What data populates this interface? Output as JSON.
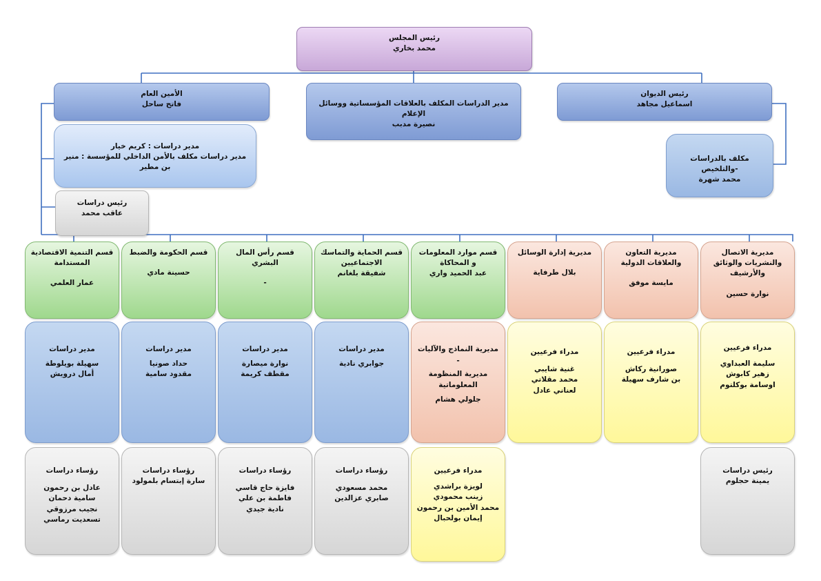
{
  "chair": {
    "title": "رئيس المجلس",
    "name": "محمد بخاري"
  },
  "secretary_general": {
    "title": "الأمين العام",
    "name": "فاتح ساحل"
  },
  "studies_director": {
    "title": "مدير الدراسات المكلف بالعلاقات المؤسساتية ووسائل الإعلام",
    "name": "نصيرة مدبب"
  },
  "cabinet_head": {
    "title": "رئيس الديوان",
    "name": "اسماعيل مجاهد"
  },
  "sg_directors": {
    "line1": "مدير دراسات : كريم خيار",
    "line2": "مدير دراسات مكلف بالأمن الداخلي للمؤسسة : منير بن مطير"
  },
  "sg_study_head": {
    "title": "رئيس دراسات",
    "name": "عاقب محمد"
  },
  "studies_officer": {
    "title": "مكلف بالدراسات والتلخيص-",
    "name": "محمد شهرة"
  },
  "departments": [
    {
      "title": "مديرية الاتصال والنشريات والوثائق والأرشيف",
      "name": "نوارة حسين"
    },
    {
      "title": "مديرية التعاون والعلاقات الدولية",
      "name": "مايسة موفق"
    },
    {
      "title": "مديرية إدارة الوسائل",
      "name": "بلال طرفاية"
    },
    {
      "title": "قسم موارد المعلومات و المحاكاة",
      "name": "عبد الحميد واري"
    },
    {
      "title": "قسم الحماية والتماسك الاجتماعيين",
      "name": "شفيقة بلغانم"
    },
    {
      "title": "قسم رأس المال البشري",
      "name": "-"
    },
    {
      "title": "قسم الحكومة والضبط",
      "name": "حسينة مادي"
    },
    {
      "title": "قسم التنمية الاقتصادية المستدامة",
      "name": "عمار العلمي"
    }
  ],
  "level2": [
    {
      "title": "مدراء فرعيين",
      "names": [
        "سليمة العبداوي",
        "زهير كابوش",
        "اوسامة بوكلتوم"
      ]
    },
    {
      "title": "مدراء فرعيين",
      "names": [
        "صورانية ركاش",
        "بن شارف سهيلة"
      ]
    },
    {
      "title": "مدراء فرعيين",
      "names": [
        "غنية شايبي",
        "محمد مقلاتي",
        "لعناني عادل"
      ]
    },
    {
      "title": "مديرية النماذج والآليات",
      "names": [
        "-",
        "مديرية المنظومة المعلوماتية",
        "جلولي هشام"
      ]
    },
    {
      "title": "مدير دراسات",
      "names": [
        "جوابري نادية"
      ]
    },
    {
      "title": "مدير دراسات",
      "names": [
        "نوارة ميصارة",
        "مقطف كريمة"
      ]
    },
    {
      "title": "مدير دراسات",
      "names": [
        "حداد صونيا",
        "مقدود سامية"
      ]
    },
    {
      "title": "مدير دراسات",
      "names": [
        "سهيلة بويلوطة",
        "أمال درويش"
      ]
    }
  ],
  "level3": [
    {
      "title": "رئيس دراسات",
      "names": [
        "يمينة حجلوم"
      ]
    },
    {
      "title": "مدراء فرعيين",
      "names": [
        "لويزة براشدي",
        "زينب محمودي",
        "محمد الأمين بن رحمون",
        "إيمان بولحبال"
      ]
    },
    {
      "title": "رؤساء دراسات",
      "names": [
        "محمد مسعودي",
        "صابري عزالدين"
      ]
    },
    {
      "title": "رؤساء دراسات",
      "names": [
        "فايزة حاج قاسي",
        "فاطمة بن علي",
        "نادية جيدي"
      ]
    },
    {
      "title": "رؤساء دراسات",
      "names": [
        "سارة إبتسام بلمولود"
      ]
    },
    {
      "title": "رؤساء دراسات",
      "names": [
        "عادل بن رحمون",
        "سامية دحمان",
        "نجيب مرزوقي",
        "تسعديت رماسي"
      ]
    }
  ],
  "colors": {
    "connector": "#3f6fc0"
  }
}
